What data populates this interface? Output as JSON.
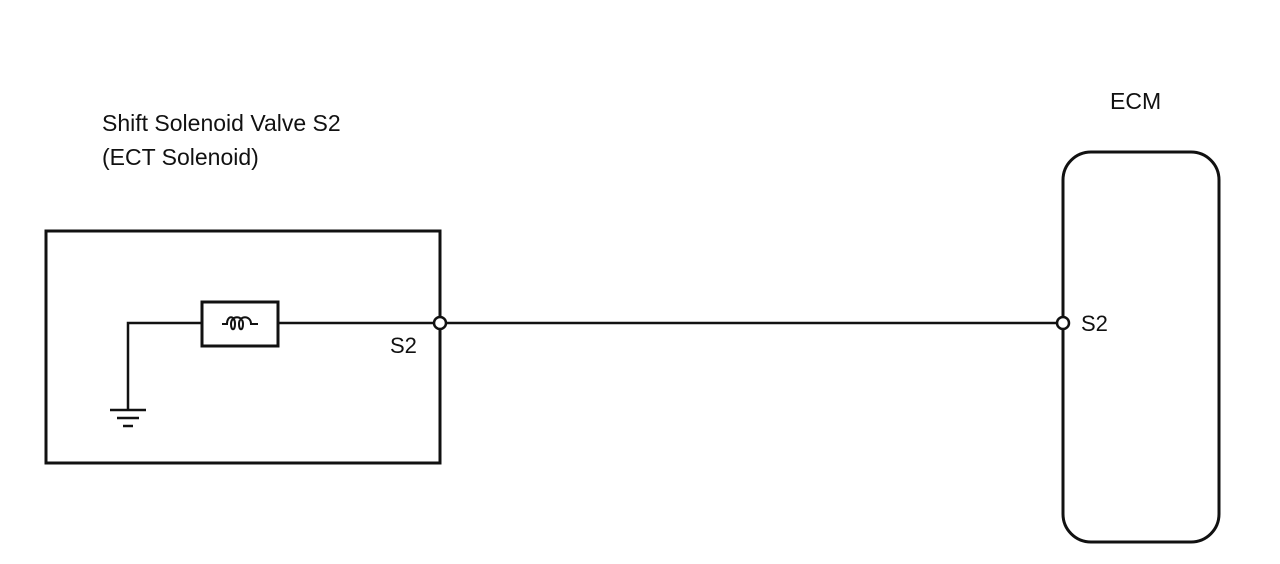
{
  "solenoid": {
    "title_line1": "Shift Solenoid Valve S2",
    "title_line2": "(ECT Solenoid)",
    "terminal_label": "S2"
  },
  "ecm": {
    "title": "ECM",
    "terminal_label": "S2"
  },
  "colors": {
    "line": "#111111",
    "background": "#ffffff"
  }
}
